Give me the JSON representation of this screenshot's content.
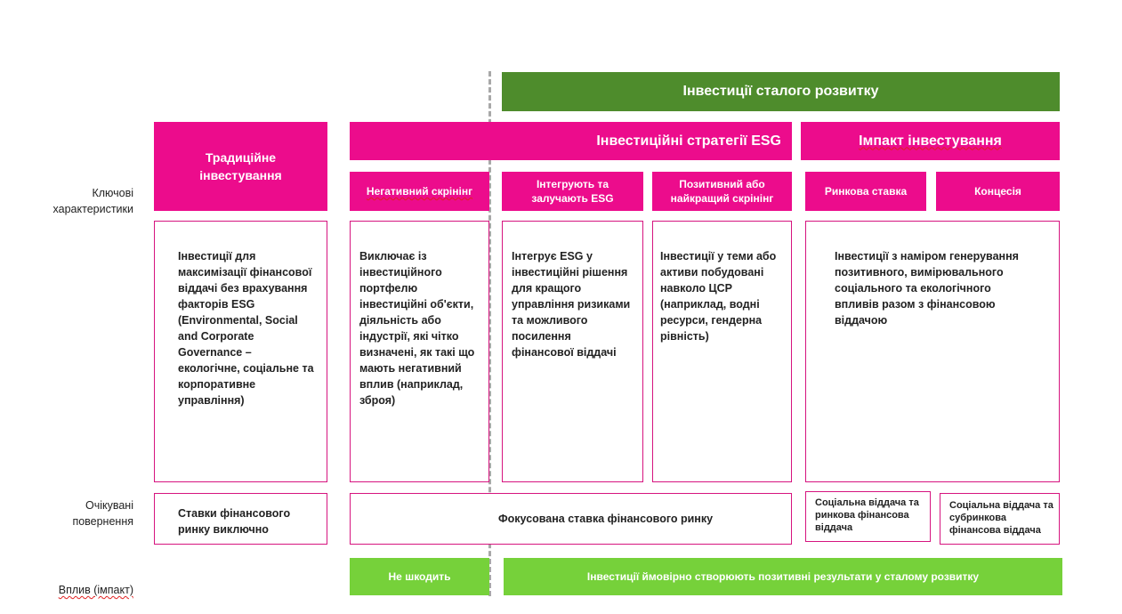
{
  "top_banner": "Інвестиції сталого розвитку",
  "headers": {
    "traditional": "Традиційне інвестування",
    "esg_strategies": "Інвестиційні стратегії ESG",
    "impact_investing": "Імпакт інвестування"
  },
  "subheaders": {
    "negative_screening": "Негативний скрінінг",
    "integration": "Інтегрують та залучають ESG",
    "positive_screening": "Позитивний або найкращий скрінінг",
    "market_rate": "Ринкова ставка",
    "concession": "Концесія"
  },
  "row_labels": {
    "key_characteristics": "Ключові характеристики",
    "expected_returns": "Очікувані повернення",
    "impact": "Вплив (імпакт)"
  },
  "descriptions": {
    "traditional": "Інвестиції для максимізації фінансової віддачі без врахування факторів ESG (Environmental, Social and Corporate Governance – екологічне, соціальне та корпоративне управління)",
    "negative_screening": "Виключає із інвестиційного портфелю інвестиційні об'єкти, діяльність або індустрії, які чітко визначені, як такі що мають негативний вплив (наприклад, зброя)",
    "integration": "Інтегрує ESG у інвестиційні рішення для кращого управління ризиками та можливого посилення фінансової віддачі",
    "positive_screening": "Інвестиції у теми або активи побудовані навколо ЦСР (наприклад, водні ресурси, гендерна рівність)",
    "impact": "Інвестиції з наміром генерування позитивного, вимірювального соціального та екологічного впливів  разом з фінансовою віддачою"
  },
  "returns": {
    "traditional": "Ставки фінансового ринку виключно",
    "focused": "Фокусована ставка фінансового ринку",
    "market_rate": "Соціальна віддача та ринкова фінансова віддача",
    "concession": "Соціальна віддача та субринкова фінансова віддача"
  },
  "impact_row": {
    "no_harm": "Не шкодить",
    "positive": "Інвестиції  ймовірно створюють позитивні результати у сталому розвитку"
  },
  "colors": {
    "pink": "#ec0c8c",
    "dark_green": "#4e8c2c",
    "light_green": "#76d13a",
    "dashed_line": "#a8a8a8"
  }
}
